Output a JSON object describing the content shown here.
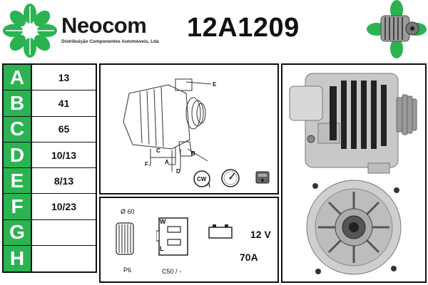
{
  "header": {
    "brand_name": "Neocom",
    "brand_subtitle": "Distribuição Componentes Automóveis, Lda",
    "part_number": "12A1209"
  },
  "specs": [
    {
      "letter": "A",
      "value": "13"
    },
    {
      "letter": "B",
      "value": "41"
    },
    {
      "letter": "C",
      "value": "65"
    },
    {
      "letter": "D",
      "value": "10/13"
    },
    {
      "letter": "E",
      "value": "8/13"
    },
    {
      "letter": "F",
      "value": "10/23"
    },
    {
      "letter": "G",
      "value": ""
    },
    {
      "letter": "H",
      "value": ""
    }
  ],
  "diagram": {
    "labels": {
      "a": "A",
      "b": "B",
      "c": "C",
      "d": "D",
      "e": "E",
      "f": "F"
    },
    "rotation": "CW"
  },
  "electrical": {
    "pulley_diameter": "Ø 60",
    "pulley_type": "P6",
    "connector_w": "W",
    "connector_l": "L",
    "connector_code": "C50 / -",
    "voltage": "12 V",
    "amperage": "70A"
  },
  "colors": {
    "accent_green": "#2bb352"
  },
  "icons": [
    "logo-clover-icon",
    "alternator-thumbnail-icon",
    "cw-rotation-icon",
    "gauge-icon",
    "regulator-icon",
    "battery-icon",
    "pulley-icon",
    "connector-icon"
  ]
}
